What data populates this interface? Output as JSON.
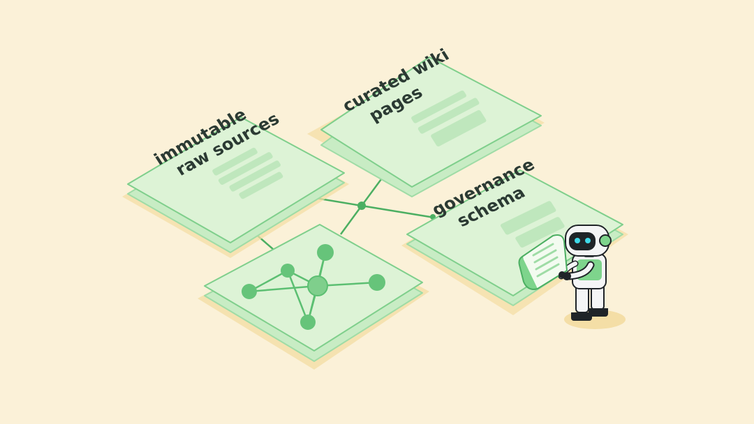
{
  "cards": {
    "raw_sources": {
      "line1": "immutable",
      "line2": "raw sources"
    },
    "wiki_pages": {
      "line1": "curated wiki",
      "line2": "pages"
    },
    "governance": {
      "line1": "governance",
      "line2": "schema"
    }
  },
  "colors": {
    "background": "#fbf1d8",
    "card_face": "#ddf3d6",
    "card_edge": "#7fcf8c",
    "card_stack": "#c8ecc4",
    "text_bar": "#bfe7bd",
    "connector": "#4caf62",
    "node": "#66c47a",
    "shadow": "#f4dea6",
    "robot_body": "#f4f5f6",
    "robot_accent": "#7ed48c",
    "robot_dark": "#1f2428",
    "robot_eye": "#3fd9e8"
  },
  "icons": {
    "graph": "network-graph-icon",
    "robot": "robot-icon",
    "document": "document-icon"
  }
}
